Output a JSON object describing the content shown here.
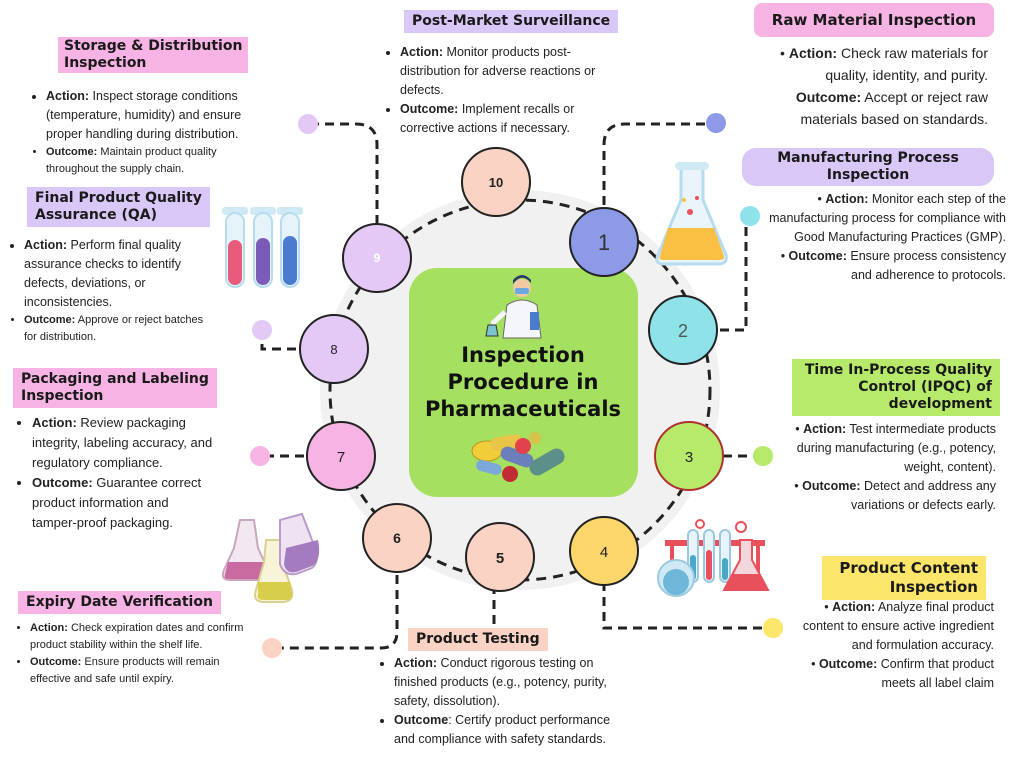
{
  "center": {
    "title_line1": "Inspection",
    "title_line2": "Procedure in",
    "title_line3": "Pharmaceuticals"
  },
  "nodes": [
    "1",
    "2",
    "3",
    "4",
    "5",
    "6",
    "7",
    "8",
    "9",
    "10"
  ],
  "colors": {
    "pink": "#f6b3e3",
    "lavender": "#d9c7f7",
    "yellow": "#fbe56a",
    "green": "#b7ea6a",
    "center_box": "#a6e061"
  },
  "steps": {
    "raw": {
      "title": "Raw Material Inspection",
      "action_label": "Action:",
      "action": " Check raw materials for quality, identity, and purity.",
      "outcome_label": "Outcome:",
      "outcome": " Accept or reject raw materials based on standards."
    },
    "mfg": {
      "title_line1": "Manufacturing Process",
      "title_line2": "Inspection",
      "action_label": "Action:",
      "action": " Monitor each step of the manufacturing process for compliance with Good Manufacturing Practices (GMP).",
      "outcome_label": "Outcome:",
      "outcome": " Ensure process consistency and adherence to protocols."
    },
    "ipqc": {
      "title_line1": "Time In-Process Quality",
      "title_line2": "Control (IPQC) of",
      "title_line3": "development",
      "action_label": "Action:",
      "action": " Test intermediate products during manufacturing (e.g., potency, weight, content).",
      "outcome_label": "Outcome:",
      "outcome": " Detect and address any variations or defects early."
    },
    "content": {
      "title_line1": "Product Content",
      "title_line2": "Inspection",
      "action_label": "Action:",
      "action": " Analyze final product content to ensure active ingredient and formulation accuracy.",
      "outcome_label": "Outcome:",
      "outcome": " Confirm that product meets all label claim"
    },
    "testing": {
      "title": "Product Testing",
      "action_label": "Action:",
      "action": " Conduct rigorous testing on finished products (e.g., potency, purity, safety, dissolution).",
      "outcome_label": "Outcome",
      "outcome": ": Certify product performance and compliance with safety standards."
    },
    "expiry": {
      "title": "Expiry Date Verification",
      "action_label": "Action:",
      "action": " Check expiration dates and confirm product stability within the shelf life.",
      "outcome_label": "Outcome:",
      "outcome": " Ensure products will remain effective and safe until expiry."
    },
    "packaging": {
      "title_line1": "Packaging and Labeling",
      "title_line2": "Inspection",
      "action_label": "Action:",
      "action": " Review packaging integrity, labeling accuracy, and regulatory compliance.",
      "outcome_label": "Outcome:",
      "outcome": " Guarantee correct product information and tamper-proof packaging."
    },
    "qa": {
      "title_line1": "Final Product Quality",
      "title_line2": "Assurance (QA)",
      "action_label": "Action:",
      "action": " Perform final quality assurance checks to identify defects, deviations, or inconsistencies.",
      "outcome_label": "Outcome:",
      "outcome": " Approve or reject batches for distribution."
    },
    "storage": {
      "title_line1": "Storage & Distribution",
      "title_line2": "Inspection",
      "action_label": "Action:",
      "action": " Inspect storage conditions (temperature, humidity) and ensure proper handling during distribution.",
      "outcome_label": "Outcome:",
      "outcome": " Maintain product quality throughout the supply chain."
    },
    "post": {
      "title": "Post-Market Surveillance",
      "action_label": "Action:",
      "action": " Monitor products post-distribution for adverse reactions or defects.",
      "outcome_label": "Outcome:",
      "outcome": " Implement recalls or corrective actions if necessary."
    }
  }
}
